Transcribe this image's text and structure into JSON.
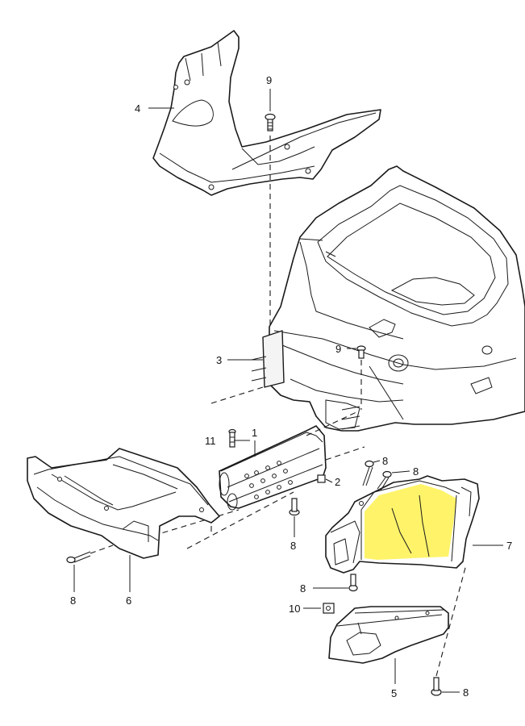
{
  "colors": {
    "line": "#1a1a1a",
    "background": "#ffffff",
    "highlight": "#fff36a"
  },
  "callouts": {
    "c1": "1",
    "c2": "2",
    "c3": "3",
    "c4": "4",
    "c5": "5",
    "c6": "6",
    "c7": "7",
    "c8a": "8",
    "c8b": "8",
    "c8c": "8",
    "c8d": "8",
    "c8e": "8",
    "c8f": "8",
    "c9a": "9",
    "c9b": "9",
    "c10": "10",
    "c11": "11"
  }
}
